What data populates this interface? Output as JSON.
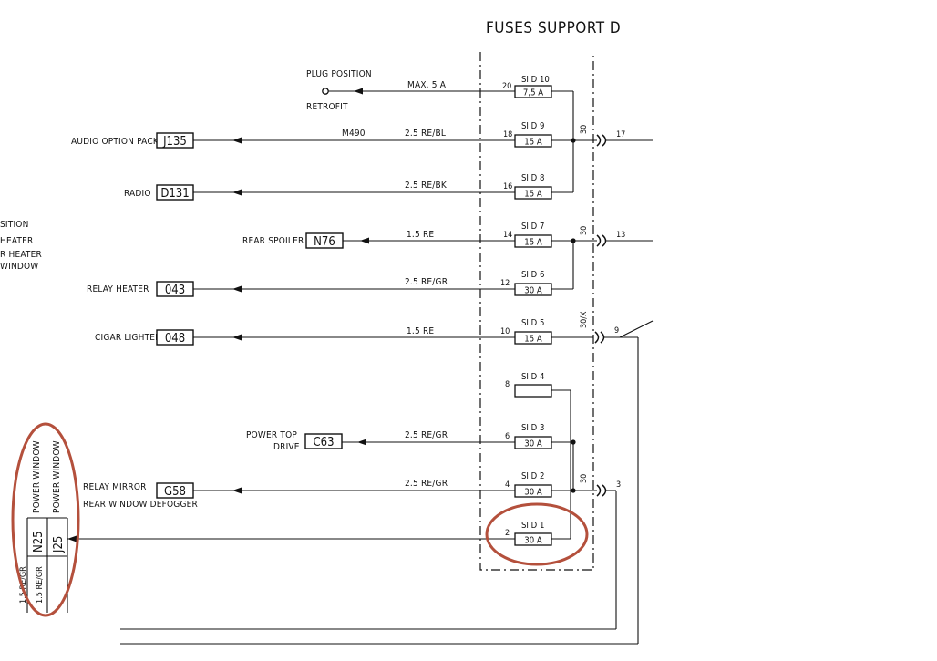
{
  "title": "FUSES SUPPORT  D",
  "plug": {
    "label": "PLUG POSITION",
    "sub": "RETROFIT",
    "wire": "MAX. 5 A",
    "pin": "20",
    "fuse": "SI D 10",
    "rating": "7,5 A"
  },
  "rows": [
    {
      "id": "d9",
      "label": "AUDIO OPTION PACK",
      "code": "J135",
      "note": "M490",
      "wire": "2.5 RE/BL",
      "pin": "18",
      "fuse": "SI D 9",
      "rating": "15 A"
    },
    {
      "id": "d8",
      "label": "RADIO",
      "code": "D131",
      "note": "",
      "wire": "2.5 RE/BK",
      "pin": "16",
      "fuse": "SI D 8",
      "rating": "15 A"
    },
    {
      "id": "d7",
      "label": "REAR SPOILER",
      "code": "N76",
      "note": "",
      "wire": "1.5 RE",
      "pin": "14",
      "fuse": "SI D 7",
      "rating": "15 A"
    },
    {
      "id": "d6",
      "label": "RELAY HEATER",
      "code": "043",
      "note": "",
      "wire": "2.5 RE/GR",
      "pin": "12",
      "fuse": "SI D 6",
      "rating": "30 A"
    },
    {
      "id": "d5",
      "label": "CIGAR LIGHTER",
      "code": "048",
      "note": "",
      "wire": "1.5 RE",
      "pin": "10",
      "fuse": "SI D 5",
      "rating": "15 A"
    },
    {
      "id": "d4",
      "label": "",
      "code": "",
      "note": "",
      "wire": "",
      "pin": "8",
      "fuse": "SI D 4",
      "rating": ""
    },
    {
      "id": "d3",
      "label": "POWER TOP",
      "label2": "DRIVE",
      "code": "C63",
      "note": "",
      "wire": "2.5 RE/GR",
      "pin": "6",
      "fuse": "SI D 3",
      "rating": "30 A"
    },
    {
      "id": "d2",
      "label": "RELAY  MIRROR",
      "label2": "REAR WINDOW DEFOGGER",
      "code": "G58",
      "note": "",
      "wire": "2.5 RE/GR",
      "pin": "4",
      "fuse": "SI D 2",
      "rating": "30 A"
    },
    {
      "id": "d1",
      "label": "",
      "code": "",
      "note": "",
      "wire": "",
      "pin": "2",
      "fuse": "SI D 1",
      "rating": "30 A"
    }
  ],
  "bus_labels": [
    "30",
    "30",
    "30/X",
    "30"
  ],
  "connectors": [
    "17",
    "13",
    "9",
    "3"
  ],
  "left_fragments": [
    "SITION",
    "HEATER",
    "R  HEATER",
    "WINDOW"
  ],
  "power_window": {
    "labels": [
      "POWER WINDOW",
      "POWER WINDOW"
    ],
    "codes": [
      "N25",
      "J25"
    ],
    "wires": [
      "1.5 RE/GR",
      "1.5 RE/GR"
    ]
  }
}
